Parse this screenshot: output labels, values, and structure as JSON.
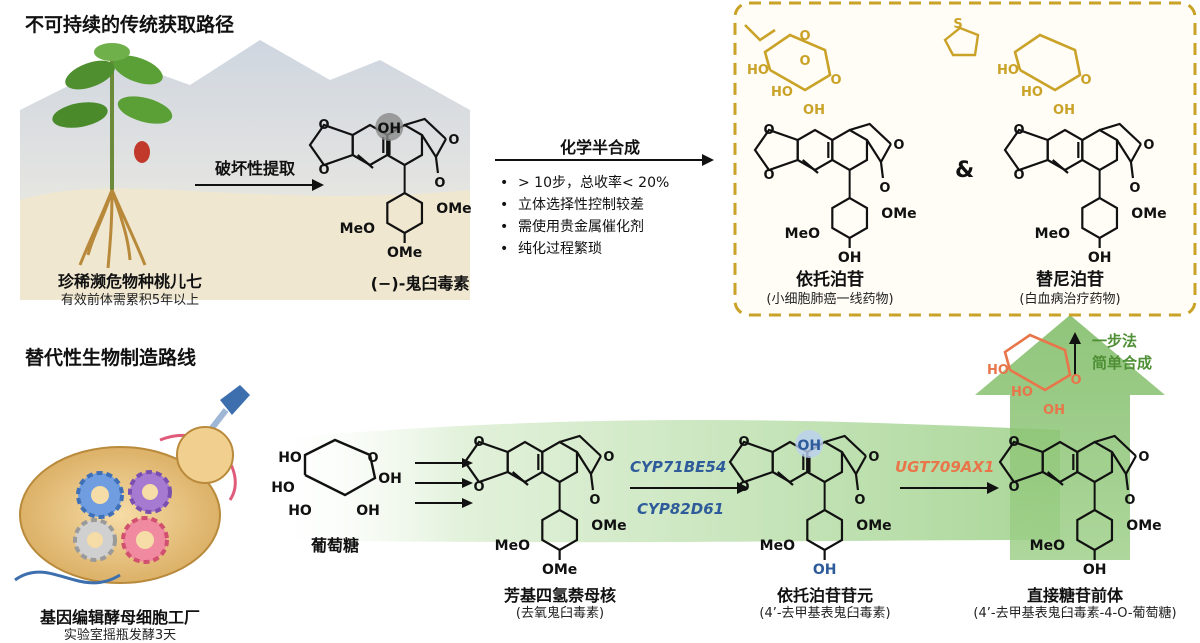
{
  "top": {
    "section_title": "不可持续的传统获取路径",
    "plant_label": "珍稀濒危物种桃儿七",
    "plant_sub": "有效前体需累积5年以上",
    "extraction_label": "破坏性提取",
    "podophyllotoxin_label": "(−)-鬼臼毒素",
    "semisynthesis_label": "化学半合成",
    "bullets": [
      "> 10步，总收率< 20%",
      "立体选择性控制较差",
      "需使用贵金属催化剂",
      "纯化过程繁琐"
    ],
    "etoposide_label": "依托泊苷",
    "etoposide_sub": "(小细胞肺癌一线药物)",
    "teniposide_label": "替尼泊苷",
    "teniposide_sub": "(白血病治疗药物)",
    "ampersand": "&"
  },
  "bottom": {
    "section_title": "替代性生物制造路线",
    "cell_label": "基因编辑酵母细胞工厂",
    "cell_sub": "实验室摇瓶发酵3天",
    "glucose_label": "葡萄糖",
    "core_label": "芳基四氢萘母核",
    "core_sub": "(去氧鬼臼毒素)",
    "enzyme1": "CYP71BE54",
    "enzyme2": "CYP82D61",
    "aglycone_label": "依托泊苷苷元",
    "aglycone_sub": "(4’-去甲基表鬼臼毒素)",
    "enzyme3": "UGT709AX1",
    "precursor_label": "直接糖苷前体",
    "precursor_sub": "(4’-去甲基表鬼臼毒素-4-O-葡萄糖)",
    "onestep_line1": "一步法",
    "onestep_line2": "简单合成"
  },
  "chem": {
    "OH": "OH",
    "HO": "HO",
    "OMe": "OMe",
    "MeO": "MeO",
    "O": "O",
    "S": "S"
  },
  "colors": {
    "gold": "#C9A227",
    "blue_enzyme": "#2E5B9A",
    "orange_enzyme": "#E8764A",
    "green_arrow": "#7DB86A",
    "dashed_box": "#C9A227"
  }
}
